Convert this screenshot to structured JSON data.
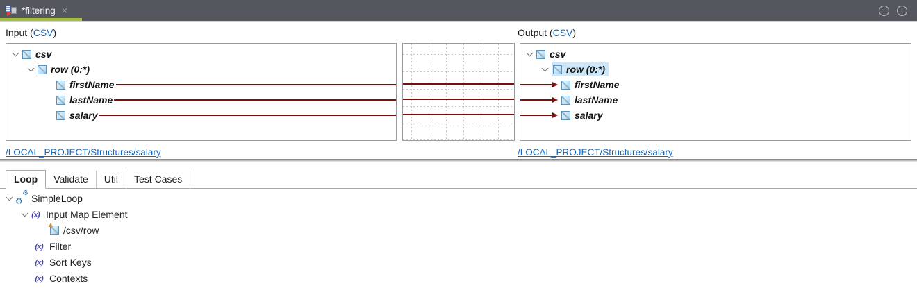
{
  "titlebar": {
    "tab_title": "*filtering",
    "close_label": "×",
    "minimize_label": "−",
    "maximize_label": "+"
  },
  "input": {
    "header_prefix": "Input (",
    "header_link": "CSV",
    "header_suffix": ")",
    "structure_link": "/LOCAL_PROJECT/Structures/salary",
    "tree": [
      {
        "label": "csv"
      },
      {
        "label": "row (0:*)"
      },
      {
        "label": "firstName"
      },
      {
        "label": "lastName"
      },
      {
        "label": "salary"
      }
    ]
  },
  "output": {
    "header_prefix": "Output (",
    "header_link": "CSV",
    "header_suffix": ")",
    "structure_link": "/LOCAL_PROJECT/Structures/salary",
    "selected_node": "row (0:*)",
    "tree": [
      {
        "label": "csv"
      },
      {
        "label": "row (0:*)"
      },
      {
        "label": "firstName"
      },
      {
        "label": "lastName"
      },
      {
        "label": "salary"
      }
    ]
  },
  "mapping": {
    "mapped_fields": [
      "firstName",
      "lastName",
      "salary"
    ],
    "line_color": "#7c0d0d"
  },
  "bottom": {
    "tabs": [
      {
        "label": "Loop",
        "active": true
      },
      {
        "label": "Validate",
        "active": false
      },
      {
        "label": "Util",
        "active": false
      },
      {
        "label": "Test Cases",
        "active": false
      }
    ],
    "tree": [
      {
        "label": "SimpleLoop",
        "icon": "gears"
      },
      {
        "label": "Input Map Element",
        "icon": "function"
      },
      {
        "label": "/csv/row",
        "icon": "element-ref"
      },
      {
        "label": "Filter",
        "icon": "function"
      },
      {
        "label": "Sort Keys",
        "icon": "function"
      },
      {
        "label": "Contexts",
        "icon": "function"
      }
    ]
  },
  "colors": {
    "accent_underline": "#a3bd3c",
    "titlebar_bg": "#54575e",
    "link": "#1065c0",
    "selection": "#cde7f8"
  }
}
